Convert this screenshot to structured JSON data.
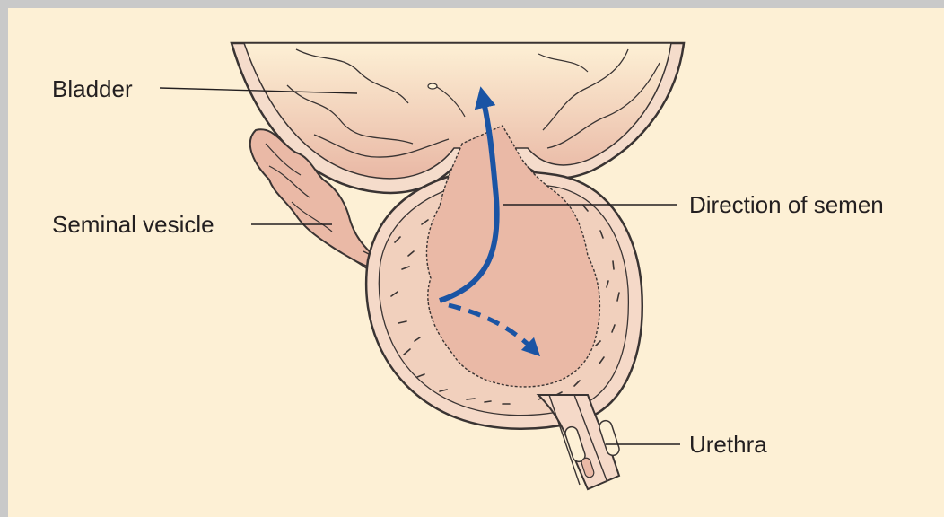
{
  "diagram": {
    "labels": {
      "bladder": "Bladder",
      "seminal_vesicle": "Seminal vesicle",
      "direction": "Direction of semen",
      "urethra": "Urethra"
    },
    "colors": {
      "background": "#fdf0d5",
      "frame": "#c9c9c9",
      "tissue": "#eab9a6",
      "capsule": "#f5d9c8",
      "outline": "#3a3433",
      "arrow": "#1a54a4"
    }
  }
}
